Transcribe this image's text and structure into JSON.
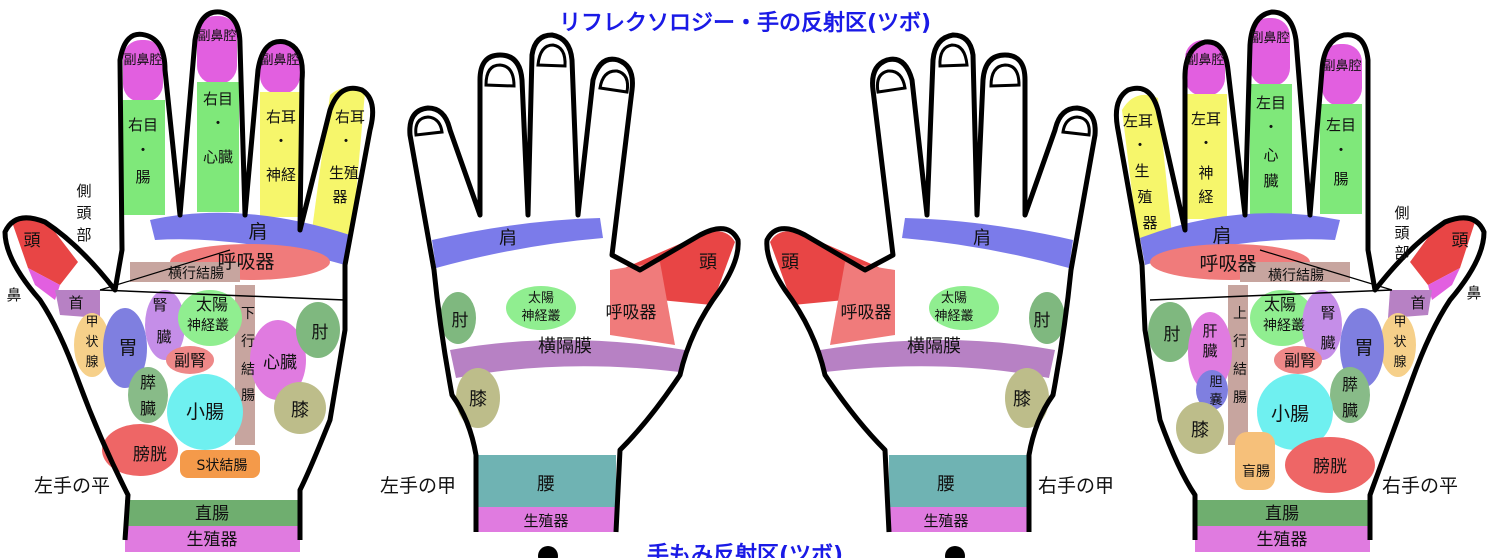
{
  "title": "リフレクソロジー・手の反射区(ツボ)",
  "bottom_title": "手もみ反射区(ツボ)",
  "colors": {
    "outline": "#000000",
    "sinus": "#e25fe0",
    "eye": "#7fe87a",
    "ear": "#f6f66b",
    "shoulder": "#7b7bea",
    "lung": "#f07b7b",
    "head": "#e84545",
    "diaphragm": "#b781c4",
    "knee": "#bdbd8a",
    "elbow": "#7fb87f",
    "solar": "#90ee90",
    "small_intestine": "#6ff0f0",
    "stomach": "#7f7fe0",
    "kidney": "#c58ee8",
    "adrenal": "#ee8888",
    "pancreas": "#88bb88",
    "bladder": "#ee6666",
    "colon_s": "#f49a4a",
    "heart": "#e07be0",
    "colon": "#c7a59f",
    "lumbar": "#6fb3b3",
    "genital": "#e07be0",
    "rectum": "#6fae6f",
    "title": "#1a1ae6"
  },
  "left_palm": {
    "caption": "左手の平",
    "fingers": [
      {
        "sinus": "副鼻腔",
        "organ": [
          "右目",
          "・",
          "腸"
        ]
      },
      {
        "sinus": "副鼻腔",
        "organ": [
          "右目",
          "・",
          "心臓"
        ]
      },
      {
        "sinus": "副鼻腔",
        "organ": [
          "右耳",
          "・",
          "神経"
        ]
      },
      {
        "sinus": "",
        "organ": [
          "右耳",
          "・",
          "生殖",
          "器"
        ]
      }
    ],
    "labels": {
      "side_head": [
        "側",
        "頭",
        "部"
      ],
      "head": "頭",
      "nose": "鼻",
      "neck": "首",
      "shoulder": "肩",
      "lung": "呼吸器",
      "transverse_colon": "横行結腸",
      "thyroid": [
        "甲",
        "状",
        "腺"
      ],
      "stomach": "胃",
      "kidney": [
        "腎",
        "臓"
      ],
      "solar": [
        "太陽",
        "神経叢"
      ],
      "adrenal": "副腎",
      "ascending": [
        "下",
        "行",
        "結",
        "腸"
      ],
      "heart": "心臓",
      "elbow": "肘",
      "pancreas": [
        "膵",
        "臓"
      ],
      "small_intestine": "小腸",
      "knee": "膝",
      "bladder": "膀胱",
      "sigmoid": "S状結腸",
      "rectum": "直腸",
      "genital": "生殖器"
    }
  },
  "left_back": {
    "caption": "左手の甲",
    "labels": {
      "shoulder": "肩",
      "head": "頭",
      "solar": [
        "太陽",
        "神経叢"
      ],
      "lung": "呼吸器",
      "elbow": "肘",
      "diaphragm": "横隔膜",
      "knee": "膝",
      "lumbar": "腰",
      "genital": "生殖器"
    }
  },
  "right_back": {
    "caption": "右手の甲",
    "labels": {
      "shoulder": "肩",
      "head": "頭",
      "solar": [
        "太陽",
        "神経叢"
      ],
      "lung": "呼吸器",
      "elbow": "肘",
      "diaphragm": "横隔膜",
      "knee": "膝",
      "lumbar": "腰",
      "genital": "生殖器"
    }
  },
  "right_palm": {
    "caption": "右手の平",
    "fingers": [
      {
        "sinus": "",
        "organ": [
          "左耳",
          "・",
          "生",
          "殖",
          "器"
        ]
      },
      {
        "sinus": "副鼻腔",
        "organ": [
          "左耳",
          "・",
          "神",
          "経"
        ]
      },
      {
        "sinus": "副鼻腔",
        "organ": [
          "左目",
          "・",
          "心",
          "臓"
        ]
      },
      {
        "sinus": "副鼻腔",
        "organ": [
          "左目",
          "・",
          "腸"
        ]
      }
    ],
    "labels": {
      "side_head": [
        "側",
        "頭",
        "部"
      ],
      "head": "頭",
      "nose": "鼻",
      "neck": "首",
      "shoulder": "肩",
      "lung": "呼吸器",
      "transverse_colon": "横行結腸",
      "liver": [
        "肝",
        "臓"
      ],
      "solar": [
        "太陽",
        "神経叢"
      ],
      "kidney": [
        "腎",
        "臓"
      ],
      "stomach": "胃",
      "thyroid": [
        "甲",
        "状",
        "腺"
      ],
      "elbow": "肘",
      "gallbladder": [
        "胆",
        "嚢"
      ],
      "ascending": [
        "上",
        "行",
        "結",
        "腸"
      ],
      "adrenal": "副腎",
      "pancreas": [
        "膵",
        "臓"
      ],
      "small_intestine": "小腸",
      "knee": "膝",
      "cecum": "盲腸",
      "bladder": "膀胱",
      "rectum": "直腸",
      "genital": "生殖器"
    }
  }
}
